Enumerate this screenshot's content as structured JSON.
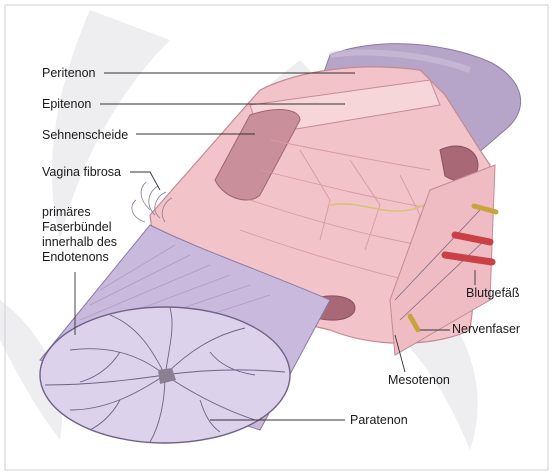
{
  "labels": {
    "peritenon": "Peritenon",
    "epitenon": "Epitenon",
    "sehnenscheide": "Sehnenscheide",
    "vagina_fibrosa": "Vagina fibrosa",
    "faserbuendel_line1": "primäres",
    "faserbuendel_line2": "Faserbündel",
    "faserbuendel_line3": "innerhalb des",
    "faserbuendel_line4": "Endotenons",
    "blutgefaess": "Blutgefäß",
    "nervenfaser": "Nervenfaser",
    "mesotenon": "Mesotenon",
    "paratenon": "Paratenon"
  },
  "colors": {
    "tendon_pink": "#f2c2c8",
    "tendon_pink_dark": "#d98f9b",
    "sheath_purple": "#b9a7c9",
    "fiber_lilac": "#d9cde6",
    "blood_vessel": "#d24a4f",
    "nerve_fiber": "#d8b54a",
    "watermark": "#e9e9ec"
  }
}
